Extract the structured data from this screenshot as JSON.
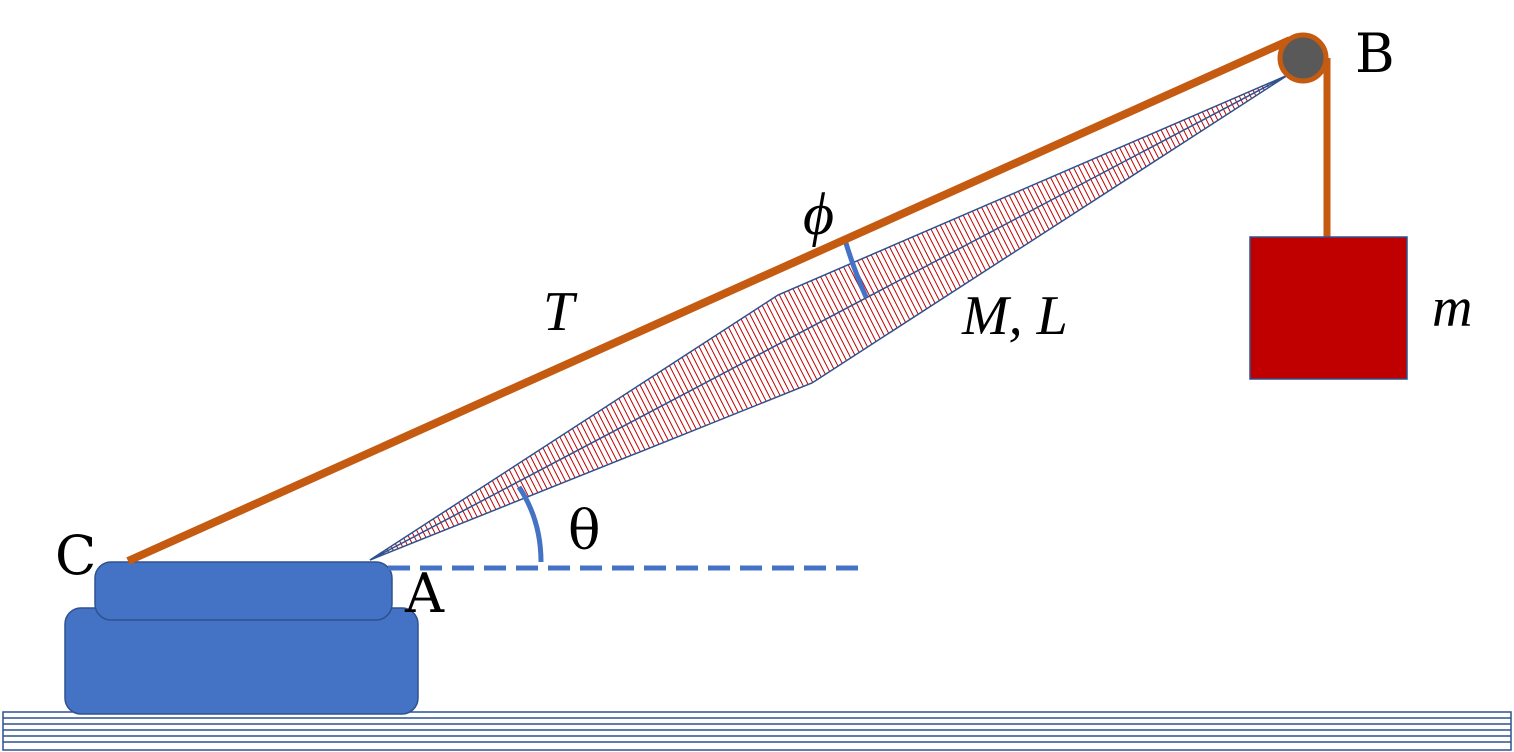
{
  "labels": {
    "point_b": "B",
    "point_c": "C",
    "point_a": "A",
    "angle_theta": "θ",
    "angle_phi": "ϕ",
    "tension": "T",
    "boom": "M, L",
    "mass": "m"
  },
  "colors": {
    "cable": "#c55a11",
    "base": "#4472c4",
    "base_stroke": "#2f528f",
    "angle_marker": "#4472c4",
    "boom_hatch": "#c00000",
    "boom_outline": "#2f528f",
    "mass_fill": "#c00000",
    "pulley": "#595959",
    "ground_lines": "#2f528f"
  },
  "icons": {
    "pulley": "pulley-icon"
  }
}
